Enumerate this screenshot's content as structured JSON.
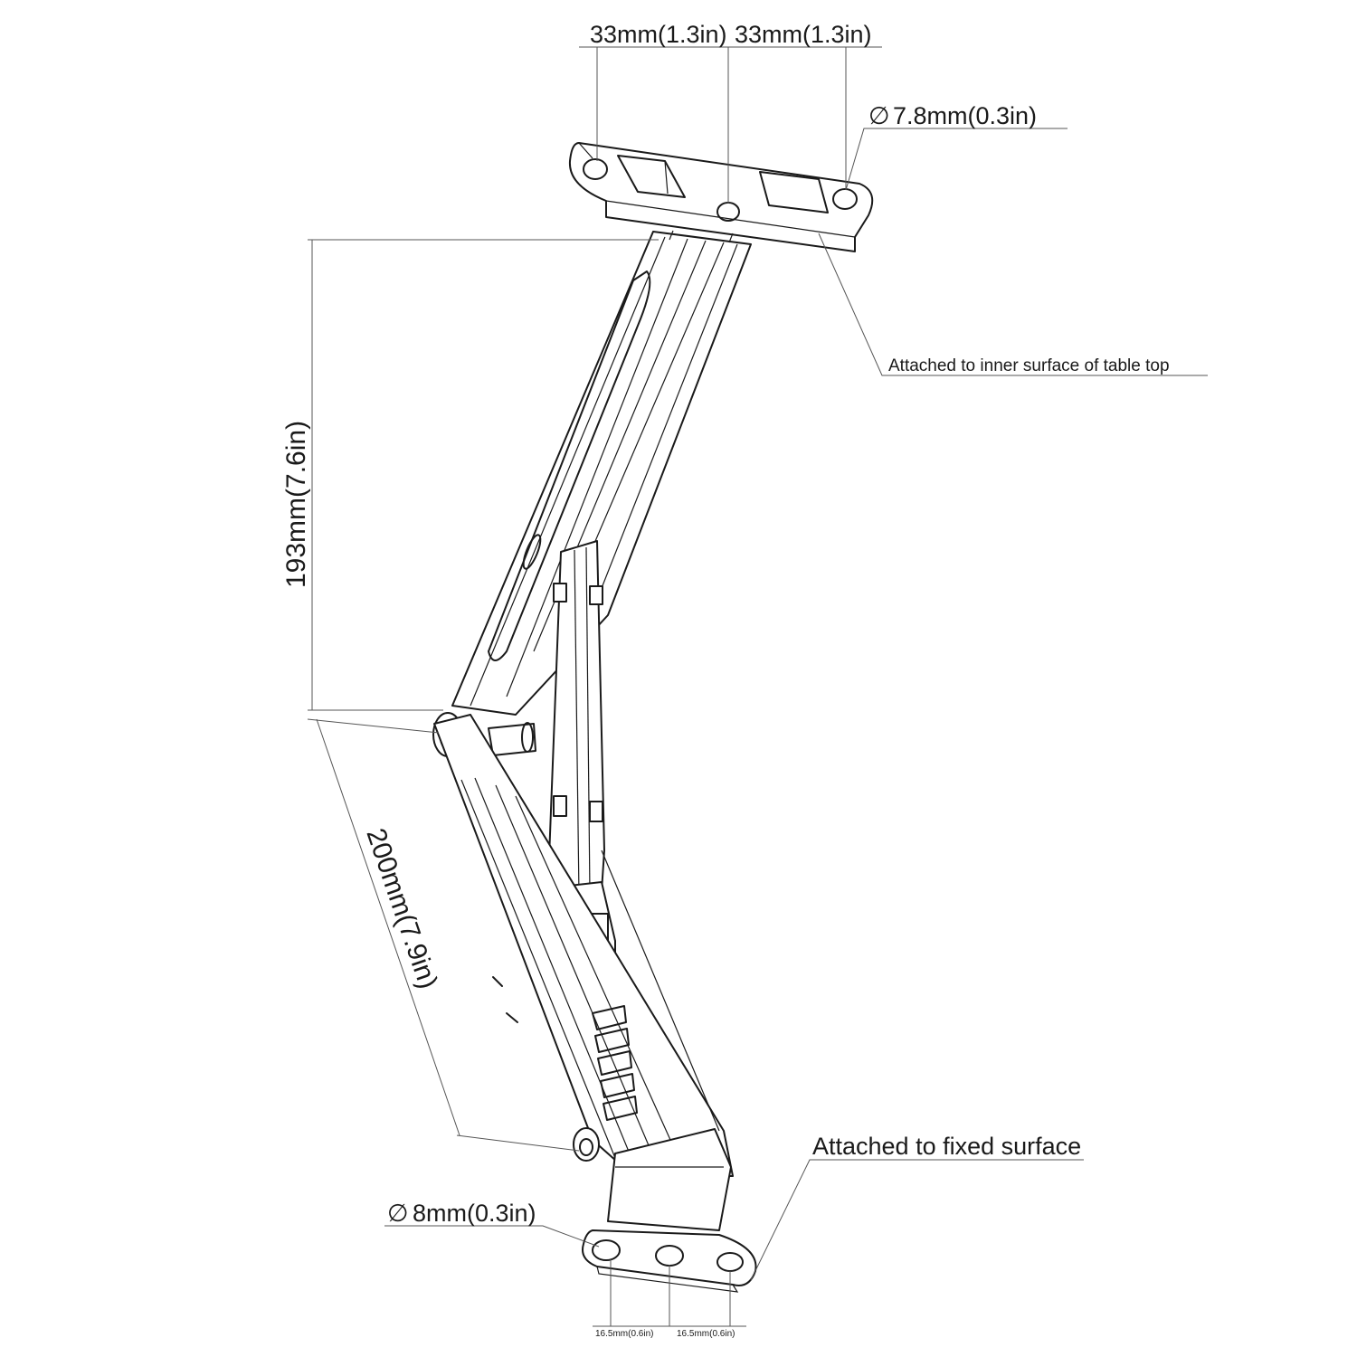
{
  "dimensions": {
    "top_spacing_left": "33mm(1.3in)",
    "top_spacing_right": "33mm(1.3in)",
    "top_hole_diameter": "7.8mm(0.3in)",
    "vertical_length": "193mm(7.6in)",
    "diagonal_length": "200mm(7.9in)",
    "bottom_hole_diameter": "8mm(0.3in)",
    "bottom_spacing_left": "16.5mm(0.6in)",
    "bottom_spacing_right": "16.5mm(0.6in)",
    "diameter_symbol": "∅"
  },
  "annotations": {
    "top_plate_note": "Attached to inner surface of table top",
    "bottom_plate_note": "Attached to fixed surface"
  },
  "icons": {
    "top_plate": "mounting-plate-icon",
    "bottom_plate": "mounting-plate-icon",
    "hinge": "hinge-icon"
  },
  "colors": {
    "line": "#1a1a1a",
    "dimension_line": "#555555",
    "background": "#ffffff"
  }
}
